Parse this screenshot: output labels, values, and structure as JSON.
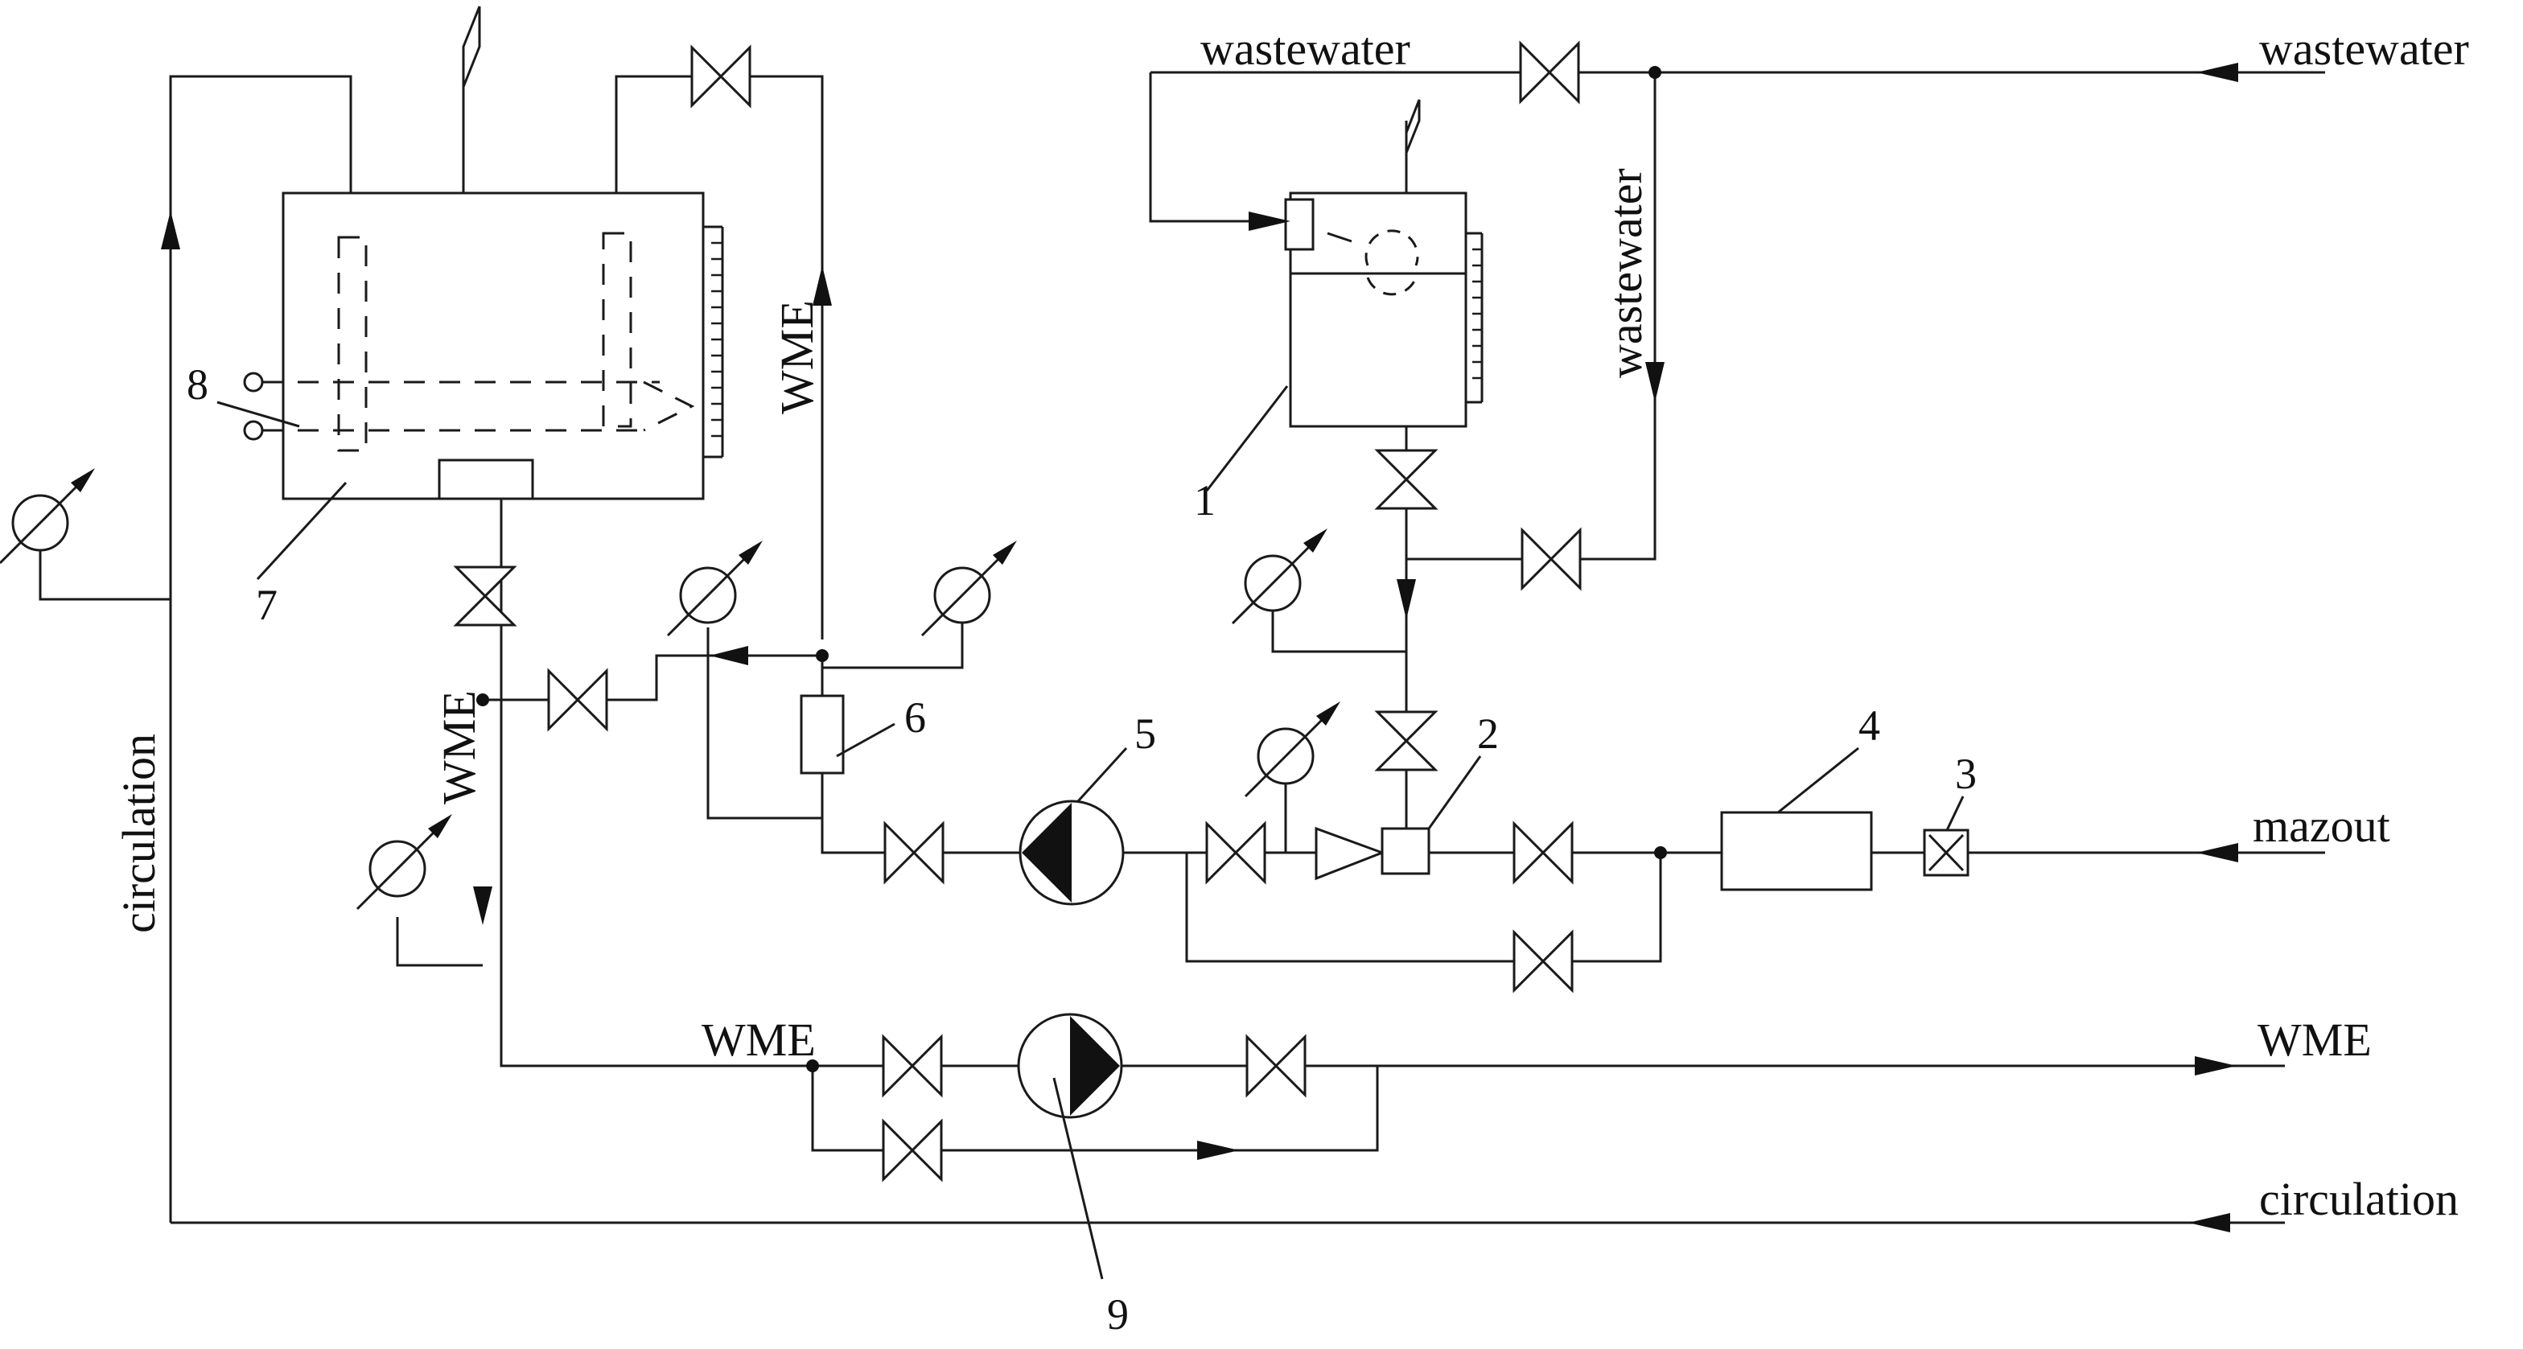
{
  "flow_labels": {
    "wastewater_top": "wastewater",
    "wastewater_inlet": "wastewater",
    "wastewater_vertical": "wastewater",
    "wme_vertical_top": "WME",
    "wme_vertical_left": "WME",
    "wme_bottom_line": "WME",
    "wme_outlet": "WME",
    "mazout_inlet": "mazout",
    "circulation_vertical": "circulation",
    "circulation_return": "circulation"
  },
  "component_numbers": {
    "n1": "1",
    "n2": "2",
    "n3": "3",
    "n4": "4",
    "n5": "5",
    "n6": "6",
    "n7": "7",
    "n8": "8",
    "n9": "9"
  }
}
